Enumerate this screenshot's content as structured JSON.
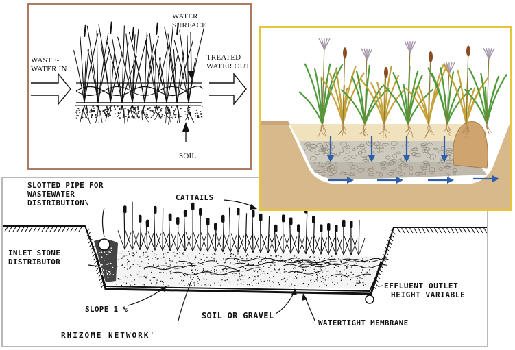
{
  "panel_a": {
    "wastewater_in": [
      "WASTE-",
      "WATER IN"
    ],
    "water_surface": [
      "WATER",
      "SURFACE"
    ],
    "treated_water_out": [
      "TREATED",
      "WATER OUT"
    ],
    "soil": "SOIL"
  },
  "panel_c": {
    "slotted_pipe": [
      "SLOTTED PIPE FOR",
      "WASTEWATER",
      "DISTRIBUTION\\"
    ],
    "cattails": "CATTAILS",
    "inlet_stone": [
      "INLET STONE",
      "DISTRIBUTOR"
    ],
    "effluent_outlet": [
      "EFFLUENT OUTLET",
      "HEIGHT VARIABLE"
    ],
    "slope": "SLOPE 1 %",
    "soil_or_gravel": "SOIL OR GRAVEL",
    "watertight_membrane": "WATERTIGHT MEMBRANE",
    "rhizome_network": "RHIZOME NETWORK'"
  },
  "colors": {
    "panel_a_border": "#b07a62",
    "panel_b_border": "#e8c53b",
    "panel_c_border": "#b9b9b9",
    "flow_arrow": "#2f5fa8",
    "soil_tan": "#d8b98c",
    "gravel": "#c8c2b6",
    "reed_green": "#4f9a3a",
    "reed_yellow": "#c6a23a"
  }
}
